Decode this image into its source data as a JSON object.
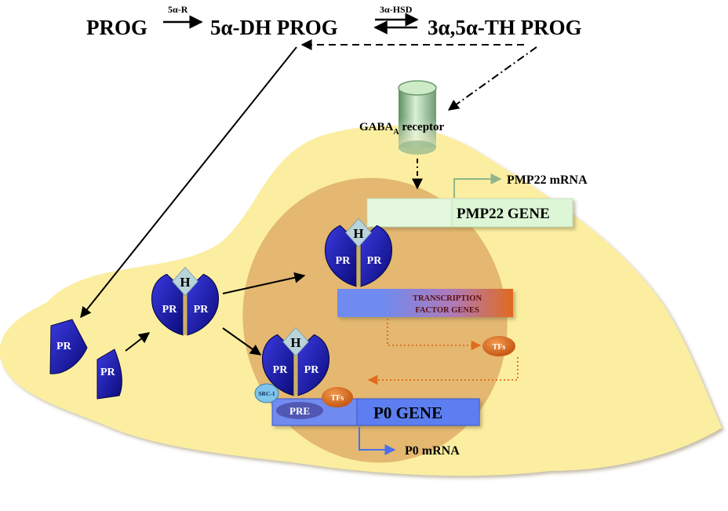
{
  "pathway": {
    "prog": "PROG",
    "step1_enzyme": "5α-R",
    "dh_prog": "5α-DH PROG",
    "step2_enzyme": "3α-HSD",
    "th_prog": "3α,5α-TH PROG"
  },
  "receptor": {
    "label_main": "GABA",
    "label_sub": "A",
    "label_tail": " receptor"
  },
  "pmp22": {
    "gene": "PMP22 GENE",
    "mrna": "PMP22 mRNA"
  },
  "tf_genes": {
    "line1": "TRANSCRIPTION",
    "line2": "FACTOR GENES"
  },
  "p0": {
    "gene": "P0 GENE",
    "mrna": "P0 mRNA",
    "pre": "PRE",
    "src1": "SRC-1",
    "tfs_bound": "TFs"
  },
  "tfs_free": "TFs",
  "receptor_complex": {
    "pr": "PR",
    "hormone": "H"
  },
  "colors": {
    "cell": "#FCEEA0",
    "nucleus": "#E3B46E",
    "pr_dark": "#0B0B7A",
    "pr_light": "#3A3AE0",
    "hormone": "#B9D3DA",
    "pmp22_box": "#DDF7D6",
    "p0_box": "#5C7EF0",
    "tfs": "#E06A1E"
  }
}
